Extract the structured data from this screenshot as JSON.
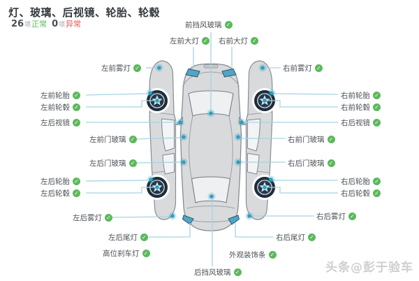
{
  "header": {
    "title": "灯、玻璃、后视镜、轮胎、轮毂",
    "normal_count": "26",
    "normal_unit": "项",
    "normal_label": "正常",
    "abnormal_count": "0",
    "abnormal_unit": "项",
    "abnormal_label": "异常"
  },
  "check_glyph": "✓",
  "colors": {
    "normal_green": "#5cb85c",
    "abnormal_red": "#e05a52",
    "connector_blue": "#a8d3e0",
    "anchor_teal": "#2da0c2",
    "light_patch": "#4fa6c6",
    "car_fill": "#d9dadc",
    "car_outline": "#878d93"
  },
  "parts": [
    {
      "label": "前挡风玻璃",
      "status": "正常"
    },
    {
      "label": "左前大灯",
      "status": "正常"
    },
    {
      "label": "右前大灯",
      "status": "正常"
    },
    {
      "label": "左前雾灯",
      "status": "正常"
    },
    {
      "label": "右前雾灯",
      "status": "正常"
    },
    {
      "label": "左前轮胎",
      "status": "正常"
    },
    {
      "label": "左前轮毂",
      "status": "正常"
    },
    {
      "label": "左后视镜",
      "status": "正常"
    },
    {
      "label": "左前门玻璃",
      "status": "正常"
    },
    {
      "label": "左后门玻璃",
      "status": "正常"
    },
    {
      "label": "左后轮胎",
      "status": "正常"
    },
    {
      "label": "左后轮毂",
      "status": "正常"
    },
    {
      "label": "左后雾灯",
      "status": "正常"
    },
    {
      "label": "左后尾灯",
      "status": "正常"
    },
    {
      "label": "高位刹车灯",
      "status": "正常"
    },
    {
      "label": "后挡风玻璃",
      "status": "正常"
    },
    {
      "label": "外观装饰条",
      "status": "正常"
    },
    {
      "label": "右后尾灯",
      "status": "正常"
    },
    {
      "label": "右前轮胎",
      "status": "正常"
    },
    {
      "label": "右前轮毂",
      "status": "正常"
    },
    {
      "label": "右后视镜",
      "status": "正常"
    },
    {
      "label": "右前门玻璃",
      "status": "正常"
    },
    {
      "label": "右后门玻璃",
      "status": "正常"
    },
    {
      "label": "右后轮胎",
      "status": "正常"
    },
    {
      "label": "右后轮毂",
      "status": "正常"
    },
    {
      "label": "右后雾灯",
      "status": "正常"
    }
  ],
  "watermark": "头条@彭于验车"
}
